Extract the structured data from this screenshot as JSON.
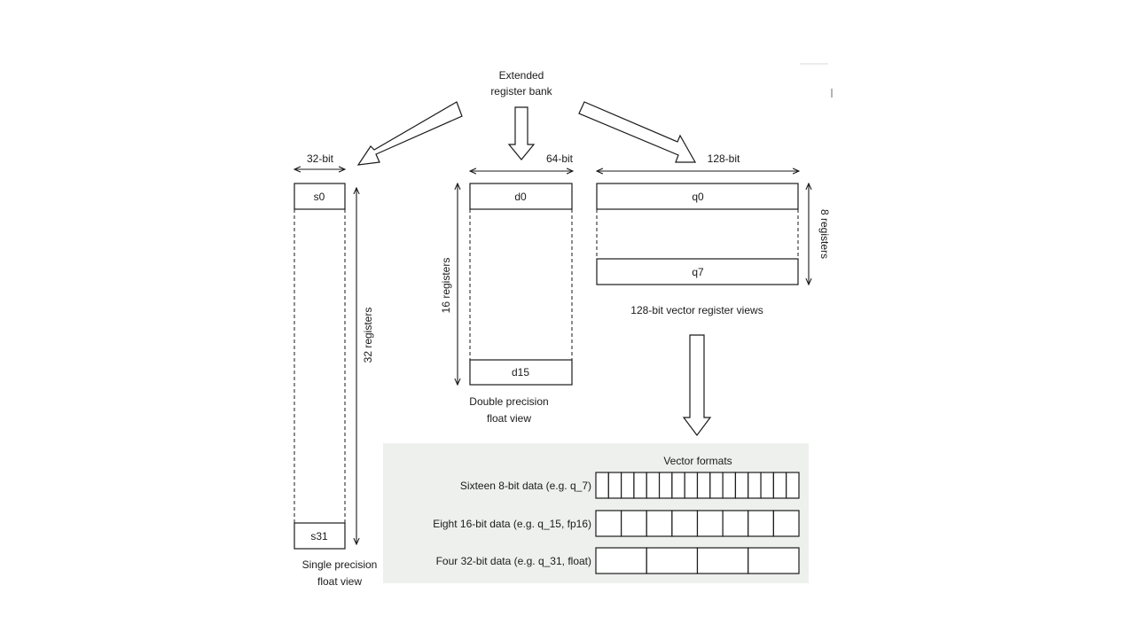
{
  "source": {
    "line1": "Extended",
    "line2": "register bank"
  },
  "single_view": {
    "width_label": "32-bit",
    "count_label": "32 registers",
    "first_reg": "s0",
    "last_reg": "s31",
    "caption_line1": "Single precision",
    "caption_line2": "float view"
  },
  "double_view": {
    "width_label": "64-bit",
    "count_label": "16 registers",
    "first_reg": "d0",
    "last_reg": "d15",
    "caption_line1": "Double precision",
    "caption_line2": "float view"
  },
  "vector_view": {
    "width_label": "128-bit",
    "count_label": "8 registers",
    "first_reg": "q0",
    "last_reg": "q7",
    "caption": "128-bit vector register views"
  },
  "vector_formats": {
    "title": "Vector formats",
    "rows": [
      {
        "label": "Sixteen 8-bit data (e.g. q_7)",
        "cells": 16
      },
      {
        "label": "Eight 16-bit data (e.g. q_15, fp16)",
        "cells": 8
      },
      {
        "label": "Four 32-bit data (e.g. q_31, float)",
        "cells": 4
      }
    ]
  },
  "colors": {
    "panel_bg": "#eef0ee",
    "stroke": "#1a1a1a"
  }
}
